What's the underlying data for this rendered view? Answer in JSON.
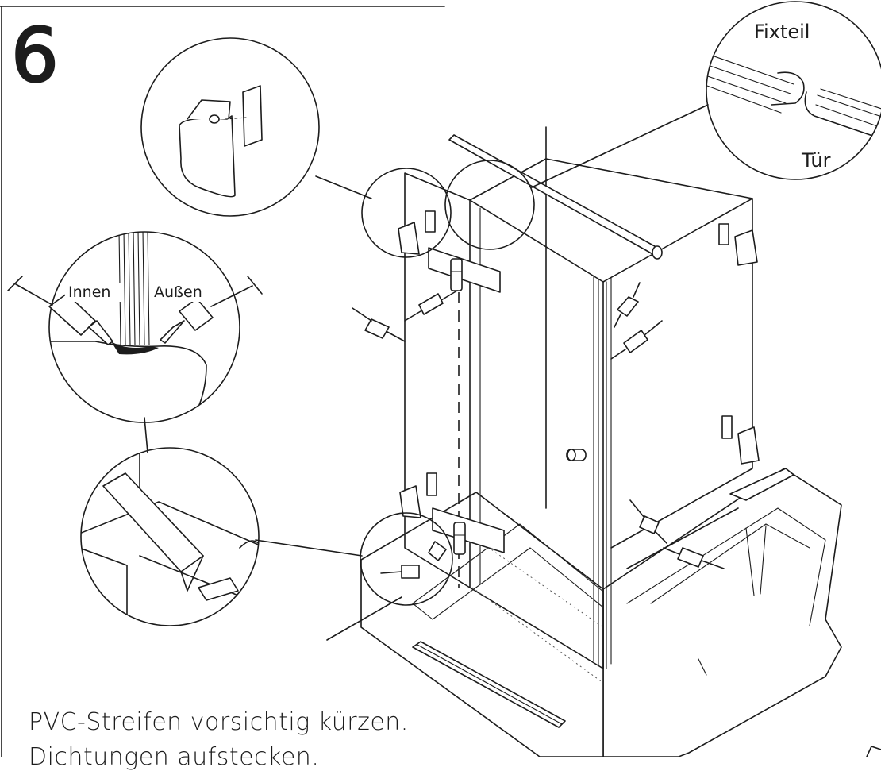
{
  "step_number": "6",
  "callouts": {
    "top_right_upper": "Fixteil",
    "top_right_lower": "Tür",
    "left_inner": "Innen",
    "left_outer": "Außen"
  },
  "captions": [
    "PVC-Streifen vorsichtig kürzen.",
    "Dichtungen aufstecken."
  ]
}
